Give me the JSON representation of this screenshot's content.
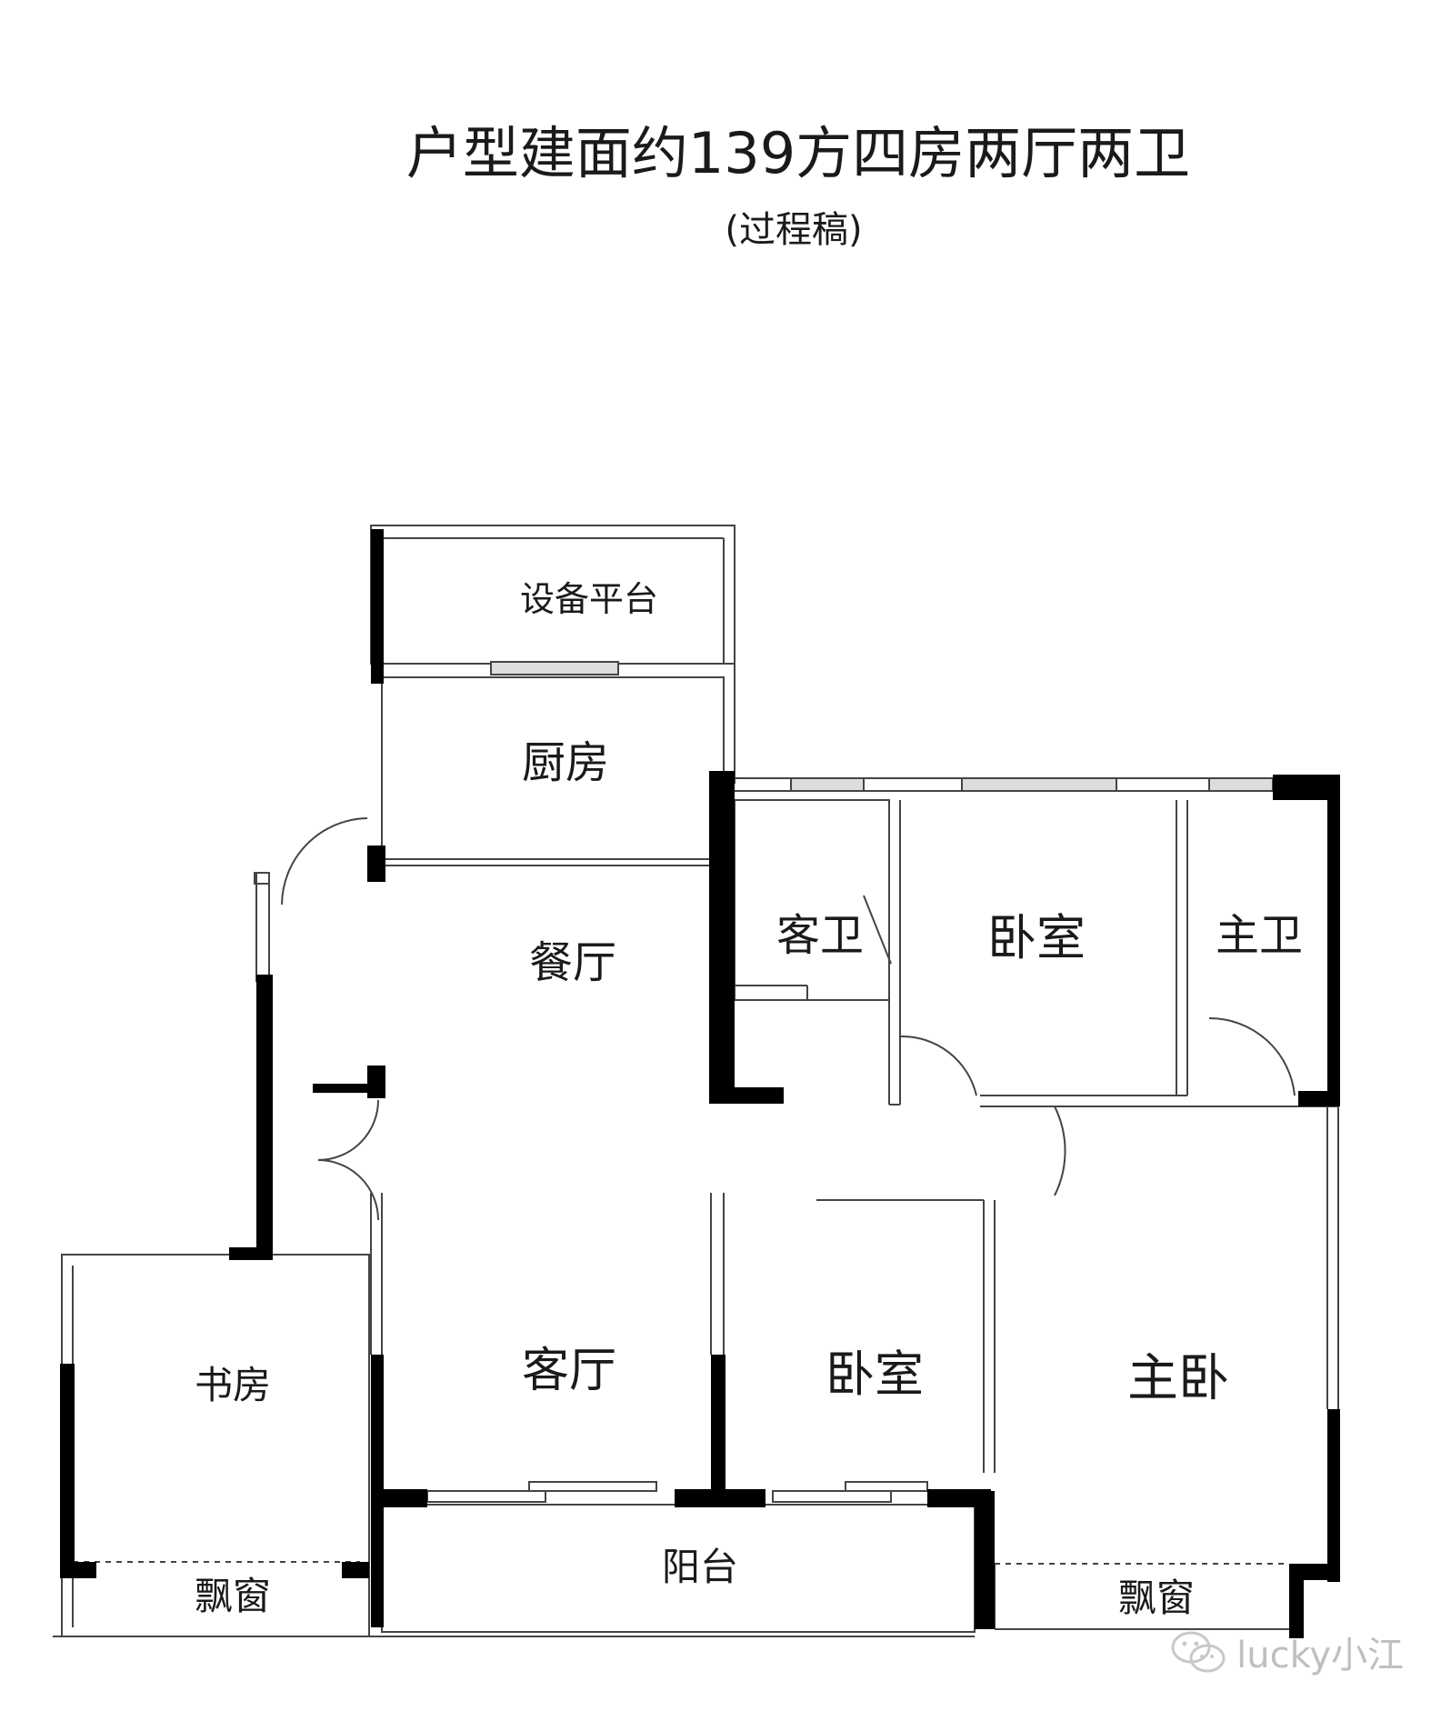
{
  "header": {
    "title": "户型建面约139方四房两厅两卫",
    "subtitle": "(过程稿)"
  },
  "rooms": {
    "equipment_platform": "设备平台",
    "kitchen": "厨房",
    "dining": "餐厅",
    "guest_bath": "客卫",
    "bedroom_top": "卧室",
    "master_bath": "主卫",
    "study": "书房",
    "living": "客厅",
    "bedroom_bottom": "卧室",
    "master_bedroom": "主卧",
    "balcony": "阳台",
    "bay_window_left": "飘窗",
    "bay_window_right": "飘窗"
  },
  "watermark": {
    "icon": "wechat-icon",
    "text": "lucky小江"
  },
  "colors": {
    "wall": "#000000",
    "thin_line": "#555555",
    "background": "#ffffff"
  }
}
